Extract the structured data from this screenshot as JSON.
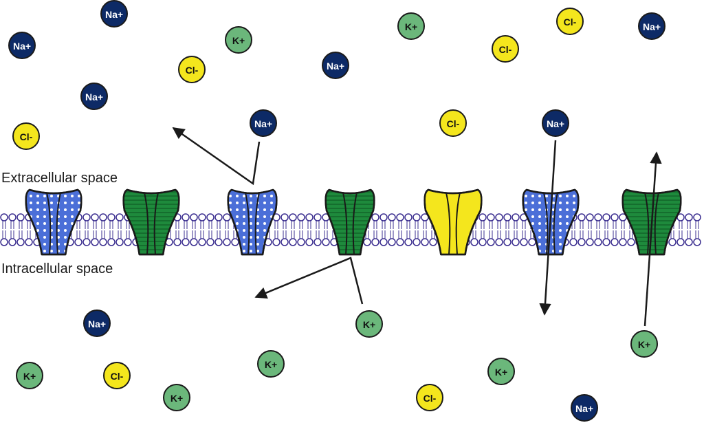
{
  "labels": {
    "extracellular": "Extracellular space",
    "intracellular": "Intracellular space"
  },
  "ion_types": {
    "Na+": {
      "fill": "#0d2a66",
      "text": "#ffffff"
    },
    "K+": {
      "fill": "#6bb77b",
      "text": "#111111"
    },
    "Cl-": {
      "fill": "#f4e61d",
      "text": "#111111"
    }
  },
  "channel_styles": {
    "sodium": {
      "fill": "#4b6fd8",
      "pattern": "dots"
    },
    "potassium": {
      "fill": "#1e8a3c",
      "pattern": "stripes"
    },
    "chloride": {
      "fill": "#f4e61d",
      "pattern": "none"
    }
  },
  "colors": {
    "lipid_head_stroke": "#3a2d8f",
    "lipid_head_fill": "#ffffff",
    "arrow": "#1a1a1a"
  },
  "ions": [
    {
      "label": "Na+"
    },
    {
      "label": "Na+"
    },
    {
      "label": "K+"
    },
    {
      "label": "Cl-"
    },
    {
      "label": "Na+"
    },
    {
      "label": "Cl-"
    },
    {
      "label": "Na+"
    },
    {
      "label": "K+"
    },
    {
      "label": "Cl-"
    },
    {
      "label": "Na+"
    },
    {
      "label": "Cl-"
    },
    {
      "label": "Na+"
    },
    {
      "label": "Cl-"
    },
    {
      "label": "Na+"
    },
    {
      "label": "K+"
    },
    {
      "label": "Na+"
    },
    {
      "label": "K+"
    },
    {
      "label": "K+"
    },
    {
      "label": "Cl-"
    },
    {
      "label": "K+"
    },
    {
      "label": "Cl-"
    },
    {
      "label": "K+"
    },
    {
      "label": "Na+"
    },
    {
      "label": "K+"
    }
  ],
  "channels": [
    {
      "type": "sodium"
    },
    {
      "type": "potassium"
    },
    {
      "type": "sodium"
    },
    {
      "type": "potassium"
    },
    {
      "type": "chloride"
    },
    {
      "type": "sodium"
    },
    {
      "type": "potassium"
    }
  ]
}
